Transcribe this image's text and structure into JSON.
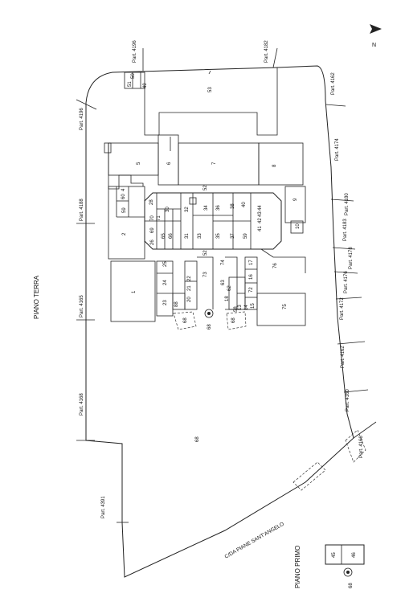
{
  "headings": {
    "piano_terra": "PIANO TERRA",
    "piano_primo": "PIANO PRIMO"
  },
  "road_label": "C/DA PIANE SANT'ANGELO",
  "north_label": "N",
  "parcels": [
    "Part. 4196",
    "Part. 4182",
    "Part. 4162",
    "Part. 4196",
    "Part. 4174",
    "Part. 4188",
    "Part. 4180",
    "Part. 4183",
    "Part. 4178",
    "Part. 4176",
    "Part. 4165",
    "Part. 4172",
    "Part. 4162",
    "Part. 4160",
    "Part. 4168",
    "Part. 4166",
    "Part. 4391"
  ],
  "units": [
    "51",
    "50",
    "49",
    "53",
    "5",
    "6",
    "7",
    "8",
    "60",
    "4",
    "59",
    "2",
    "28",
    "30",
    "32",
    "34",
    "36",
    "38",
    "40",
    "9",
    "26",
    "69",
    "70",
    "71",
    "65",
    "66",
    "31",
    "33",
    "35",
    "37",
    "59",
    "41",
    "42",
    "43",
    "44",
    "10",
    "52",
    "52",
    "25",
    "24",
    "1",
    "23",
    "88",
    "20",
    "21",
    "22",
    "73",
    "74",
    "63",
    "62",
    "18",
    "72",
    "16",
    "17",
    "76",
    "13",
    "14",
    "15",
    "75",
    "68",
    "68",
    "68",
    "58",
    "68"
  ],
  "upper_floor_units": [
    "45",
    "46",
    "68"
  ]
}
